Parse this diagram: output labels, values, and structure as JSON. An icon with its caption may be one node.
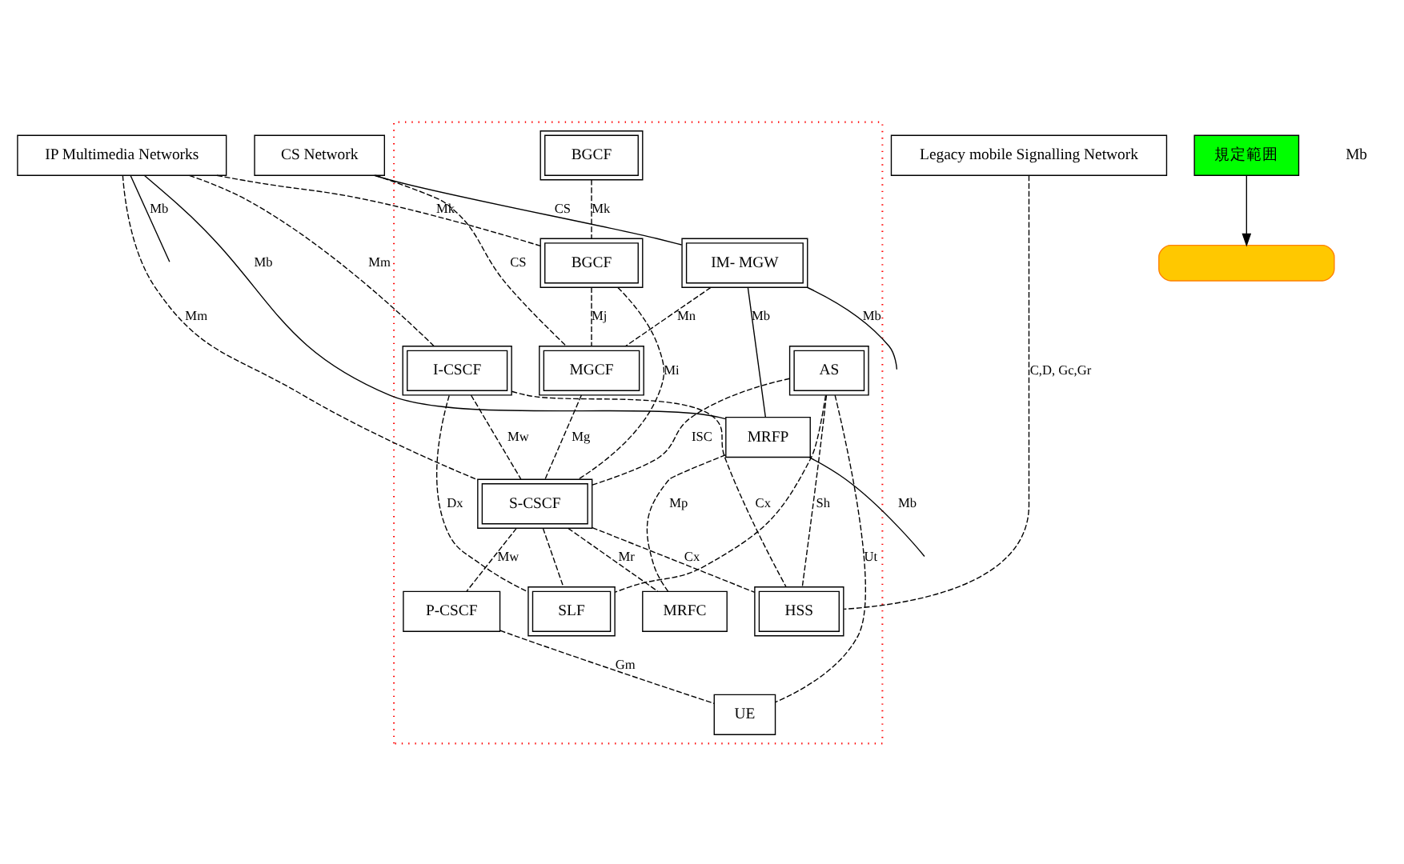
{
  "diagram": {
    "nodes": [
      {
        "text": [
          "IP Multimedia Networks"
        ]
      },
      {
        "text": [
          "Legacy mobile Signalling Network"
        ]
      },
      {
        "text": [
          "CS Network"
        ]
      },
      {
        "text": [],
        "shape": "box"
      },
      {
        "text": [
          "BGCF"
        ],
        "in": 3
      },
      {
        "text": [
          "I-CSCF"
        ],
        "in": 3
      },
      {
        "text": [
          "AS"
        ],
        "in": 3
      },
      {
        "text": [
          "BGCF"
        ],
        "in": 3
      },
      {
        "text": [
          "IM- MGW"
        ],
        "in": 3
      },
      {
        "text": [
          "MGCF"
        ],
        "in": 3
      },
      {
        "text": [
          "S-CSCF"
        ],
        "in": 3
      },
      {
        "text": [
          "HSS"
        ],
        "in": 3
      },
      {
        "text": [
          "SLF"
        ],
        "in": 3
      },
      {
        "text": [
          "MRFP"
        ],
        "in": 3
      },
      {
        "text": [
          "MRFC"
        ],
        "in": 3
      },
      {
        "text": [
          "P-CSCF"
        ],
        "in": 3
      },
      {
        "text": [
          "UE"
        ],
        "in": 3
      },
      {
        "text": [],
        "shape": "bar"
      },
      {
        "text": [
          "規定範囲"
        ]
      }
    ],
    "edges": [
      {
        "from": 0,
        "to": null,
        "arrow": "none",
        "label": "Mb"
      },
      {
        "from": 0,
        "to": 13,
        "arrow": "none",
        "label": "Mb"
      },
      {
        "from": 2,
        "to": 8,
        "arrow": "none",
        "label": "CS"
      },
      {
        "from": 8,
        "to": 13,
        "arrow": "none",
        "label": "Mb"
      },
      {
        "from": 13,
        "to": null,
        "arrow": "none",
        "label": "Mb"
      },
      {
        "from": 8,
        "to": null,
        "arrow": "none",
        "label": "Mb"
      },
      {
        "from": 2,
        "to": 9,
        "arrow": "none",
        "label": "CS",
        "style": "dashed"
      },
      {
        "from": 0,
        "to": 7,
        "arrow": "none",
        "label": "Mk",
        "style": "dashed"
      },
      {
        "from": 4,
        "to": 7,
        "arrow": "none",
        "label": "Mk",
        "style": "dashed"
      },
      {
        "from": 0,
        "to": 5,
        "arrow": "none",
        "label": "Mm",
        "style": "dashed"
      },
      {
        "from": 0,
        "to": 10,
        "arrow": "none",
        "label": "Mm",
        "style": "dashed"
      },
      {
        "from": 1,
        "to": 11,
        "arrow": "none",
        "label": "C,D, Gc,Gr",
        "style": "dashed"
      },
      {
        "from": 7,
        "to": 9,
        "arrow": "none",
        "label": "Mj",
        "style": "dashed"
      },
      {
        "from": 7,
        "to": 10,
        "arrow": "none",
        "label": "Mi",
        "style": "dashed"
      },
      {
        "from": 5,
        "to": 10,
        "arrow": "none",
        "label": "Mw",
        "style": "dashed"
      },
      {
        "from": 6,
        "to": 10,
        "arrow": "none",
        "label": "ISC",
        "style": "dashed"
      },
      {
        "from": 5,
        "to": 11,
        "arrow": "none",
        "label": "Cx",
        "style": "dashed"
      },
      {
        "from": 10,
        "to": 11,
        "arrow": "none",
        "label": "Cx",
        "style": "dashed"
      },
      {
        "from": 5,
        "to": 12,
        "arrow": "none",
        "label": "Dx",
        "style": "dashed"
      },
      {
        "from": 10,
        "to": 12,
        "arrow": "none",
        "style": "dashed"
      },
      {
        "from": 6,
        "to": 11,
        "arrow": "none",
        "label": "Sh",
        "style": "dashed"
      },
      {
        "from": 6,
        "to": 12,
        "arrow": "none",
        "style": "dashed"
      },
      {
        "from": 6,
        "to": 16,
        "arrow": "none",
        "label": "Ut",
        "style": "dashed"
      },
      {
        "from": 8,
        "to": 9,
        "arrow": "none",
        "label": "Mn",
        "style": "dashed"
      },
      {
        "from": 9,
        "to": 10,
        "arrow": "none",
        "label": "Mg",
        "style": "dashed"
      },
      {
        "from": 10,
        "to": 15,
        "arrow": "none",
        "label": "Mw",
        "style": "dashed"
      },
      {
        "from": 15,
        "to": 16,
        "arrow": "none",
        "label": "Gm",
        "style": "dashed"
      },
      {
        "from": 13,
        "to": 14,
        "arrow": "none",
        "label": "Mp",
        "style": "dashed"
      },
      {
        "from": 10,
        "to": 14,
        "arrow": "none",
        "label": "Mr",
        "style": "dashed"
      },
      {
        "from": 18,
        "to": 17,
        "arrow": "to"
      }
    ],
    "labels": [
      "Mb"
    ]
  }
}
